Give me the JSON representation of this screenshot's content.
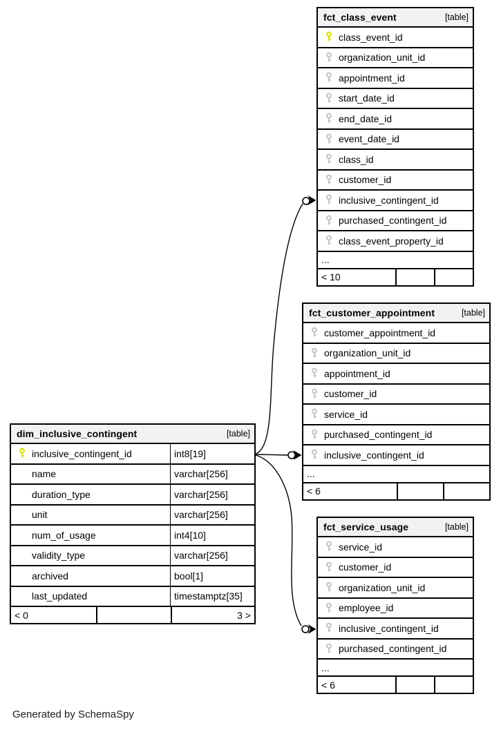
{
  "page": {
    "footer_note": "Generated by SchemaSpy"
  },
  "colors": {
    "table_border": "#000000",
    "header_bg": "#f2f2f2",
    "row_bg": "#ffffff",
    "primary_key_icon": "#e0e000",
    "foreign_key_icon": "#c6c6c6",
    "edge": "#000000"
  },
  "tables": [
    {
      "name": "fct_class_event",
      "tag": "[table]",
      "columns": [
        {
          "name": "class_event_id",
          "key": "primary"
        },
        {
          "name": "organization_unit_id",
          "key": "foreign"
        },
        {
          "name": "appointment_id",
          "key": "foreign"
        },
        {
          "name": "start_date_id",
          "key": "foreign"
        },
        {
          "name": "end_date_id",
          "key": "foreign"
        },
        {
          "name": "event_date_id",
          "key": "foreign"
        },
        {
          "name": "class_id",
          "key": "foreign"
        },
        {
          "name": "customer_id",
          "key": "foreign"
        },
        {
          "name": "inclusive_contingent_id",
          "key": "foreign"
        },
        {
          "name": "purchased_contingent_id",
          "key": "foreign"
        },
        {
          "name": "class_event_property_id",
          "key": "foreign"
        }
      ],
      "ellipsis": "...",
      "footer": {
        "cells": [
          "< 10",
          "",
          ""
        ]
      }
    },
    {
      "name": "fct_customer_appointment",
      "tag": "[table]",
      "columns": [
        {
          "name": "customer_appointment_id",
          "key": "foreign"
        },
        {
          "name": "organization_unit_id",
          "key": "foreign"
        },
        {
          "name": "appointment_id",
          "key": "foreign"
        },
        {
          "name": "customer_id",
          "key": "foreign"
        },
        {
          "name": "service_id",
          "key": "foreign"
        },
        {
          "name": "purchased_contingent_id",
          "key": "foreign"
        },
        {
          "name": "inclusive_contingent_id",
          "key": "foreign"
        }
      ],
      "ellipsis": "...",
      "footer": {
        "cells": [
          "< 6",
          "",
          ""
        ]
      }
    },
    {
      "name": "dim_inclusive_contingent",
      "tag": "[table]",
      "columns": [
        {
          "name": "inclusive_contingent_id",
          "type": "int8[19]",
          "key": "primary"
        },
        {
          "name": "name",
          "type": "varchar[256]"
        },
        {
          "name": "duration_type",
          "type": "varchar[256]"
        },
        {
          "name": "unit",
          "type": "varchar[256]"
        },
        {
          "name": "num_of_usage",
          "type": "int4[10]"
        },
        {
          "name": "validity_type",
          "type": "varchar[256]"
        },
        {
          "name": "archived",
          "type": "bool[1]"
        },
        {
          "name": "last_updated",
          "type": "timestamptz[35]"
        }
      ],
      "footer": {
        "cells": [
          "< 0",
          "",
          "3 >"
        ]
      }
    },
    {
      "name": "fct_service_usage",
      "tag": "[table]",
      "columns": [
        {
          "name": "service_id",
          "key": "foreign"
        },
        {
          "name": "customer_id",
          "key": "foreign"
        },
        {
          "name": "organization_unit_id",
          "key": "foreign"
        },
        {
          "name": "employee_id",
          "key": "foreign"
        },
        {
          "name": "inclusive_contingent_id",
          "key": "foreign"
        },
        {
          "name": "purchased_contingent_id",
          "key": "foreign"
        }
      ],
      "ellipsis": "...",
      "footer": {
        "cells": [
          "< 6",
          "",
          ""
        ]
      }
    }
  ],
  "relationships": [
    {
      "from": "dim_inclusive_contingent.inclusive_contingent_id",
      "to": "fct_class_event.inclusive_contingent_id"
    },
    {
      "from": "dim_inclusive_contingent.inclusive_contingent_id",
      "to": "fct_customer_appointment.inclusive_contingent_id"
    },
    {
      "from": "dim_inclusive_contingent.inclusive_contingent_id",
      "to": "fct_service_usage.inclusive_contingent_id"
    }
  ]
}
